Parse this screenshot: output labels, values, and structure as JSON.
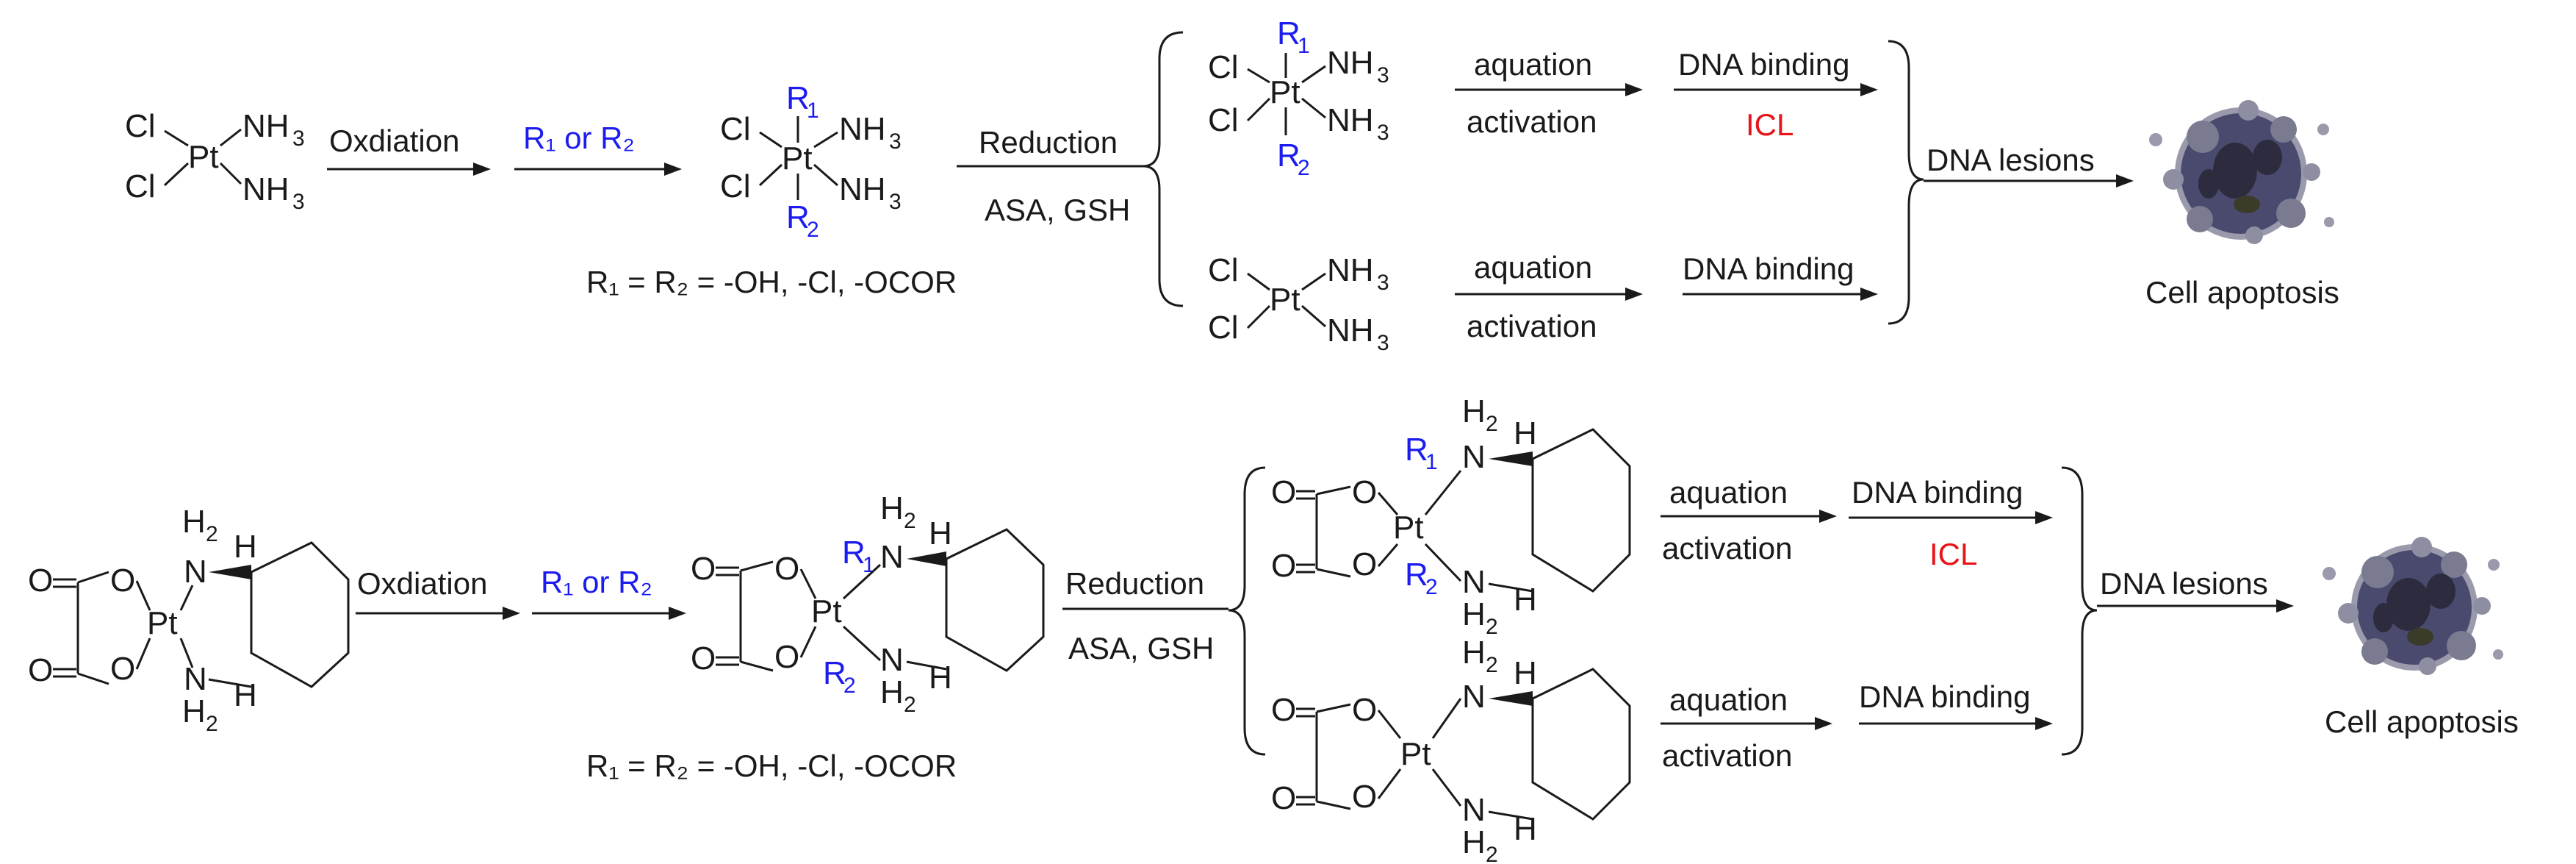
{
  "atoms": {
    "cl": "Cl",
    "pt": "Pt",
    "nh3": "NH",
    "three": "3",
    "r": "R",
    "one": "1",
    "two": "2",
    "n": "N",
    "h": "H",
    "o": "O"
  },
  "steps": {
    "oxidation": "Oxdiation",
    "r_or_r": "R₁ or R₂",
    "reduction": "Reduction",
    "reductants": "ASA, GSH",
    "substituents": "R₁ = R₂ = -OH, -Cl, -OCOR",
    "aquation": "aquation",
    "activation": "activation",
    "dna_binding": "DNA binding",
    "icl": "ICL",
    "dna_lesions": "DNA lesions",
    "cell_apoptosis": "Cell apoptosis"
  },
  "colors": {
    "substituent_blue": "#1c1cf0",
    "icl_red": "#e8141a",
    "cell_body": "#4a4a6e"
  }
}
